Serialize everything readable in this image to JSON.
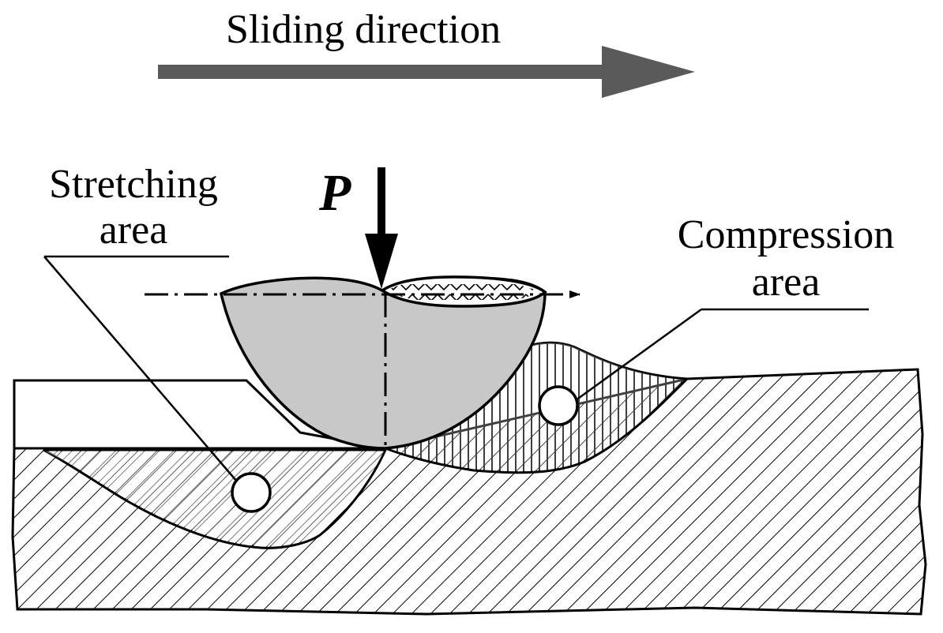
{
  "labels": {
    "sliding_direction": "Sliding direction",
    "stretching_area": [
      "Stretching",
      "area"
    ],
    "compression_area": [
      "Compression",
      "area"
    ],
    "load": "P"
  },
  "colors": {
    "sphere_fill": "#c8c8c8",
    "arrow_gray": "#5a5a5a",
    "ink": "#000000"
  }
}
